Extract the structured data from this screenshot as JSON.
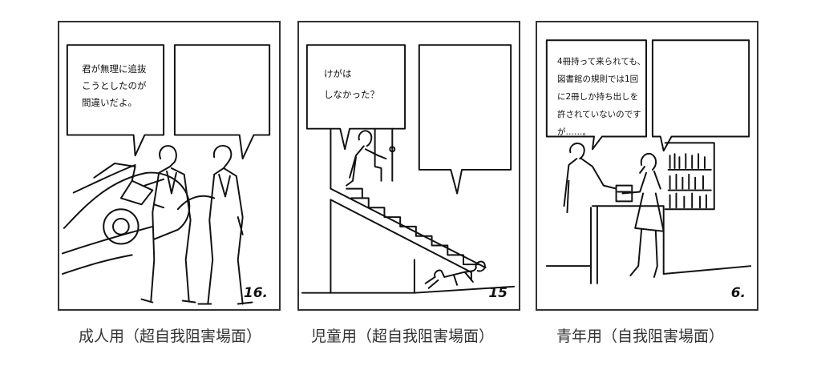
{
  "panels": [
    {
      "speech": "君が無理に追抜\nこうとしたのが\n間違いだよ。",
      "number": "16.",
      "caption": "成人用（超自我阻害場面）"
    },
    {
      "speech": "けがは\nしなかった？",
      "number": "15",
      "caption": "児童用（超自我阻害場面）"
    },
    {
      "speech": "4冊持って来られても、\n図書館の規則では1回\nに2冊しか持ち出しを\n許されていないのです\nが……。",
      "number": "6.",
      "caption": "青年用（自我阻害場面）"
    }
  ]
}
